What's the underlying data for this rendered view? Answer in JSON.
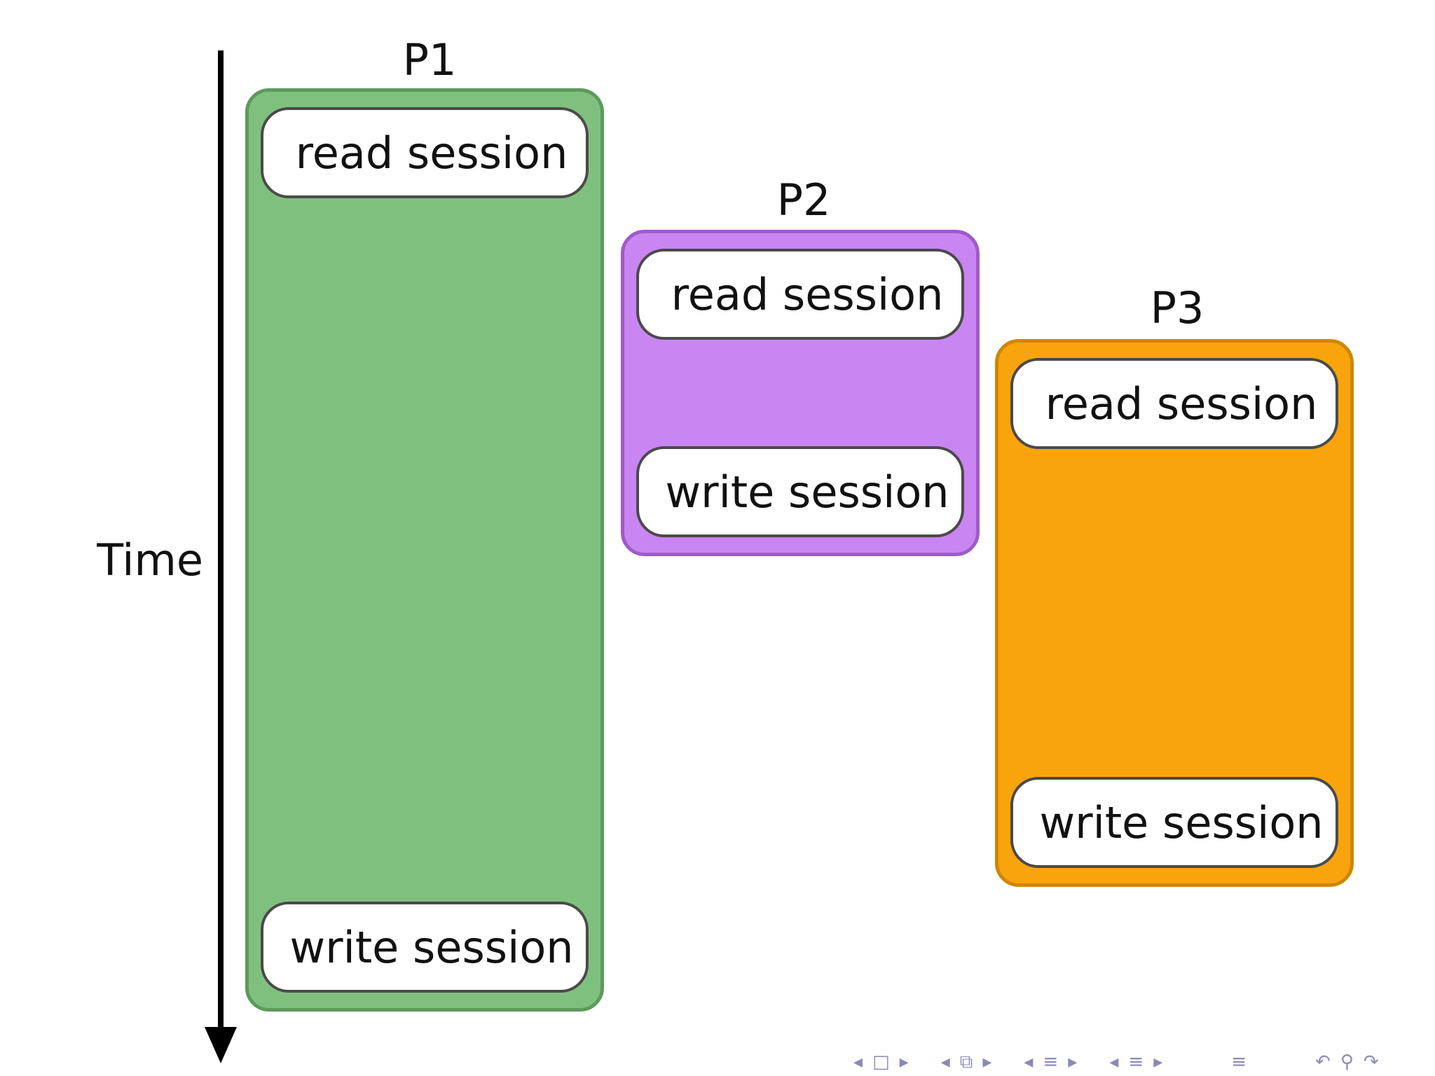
{
  "axis": {
    "label": "Time"
  },
  "processes": [
    {
      "id": "P1",
      "label": "P1",
      "fill": "#80c07f",
      "border": "#5c9a5b",
      "sessions": [
        "read session",
        "write session"
      ]
    },
    {
      "id": "P2",
      "label": "P2",
      "fill": "#c985f2",
      "border": "#9e5bc8",
      "sessions": [
        "read session",
        "write session"
      ]
    },
    {
      "id": "P3",
      "label": "P3",
      "fill": "#f9a40c",
      "border": "#d08600",
      "sessions": [
        "read session",
        "write session"
      ]
    }
  ],
  "navigation": {
    "icons": [
      "prev-slide-icon",
      "frame-icon",
      "next-slide-icon",
      "prev-subsection-icon",
      "subsection-icon",
      "next-subsection-icon",
      "prev-section-icon",
      "section-icon",
      "next-section-icon",
      "toc-icon",
      "search-icon",
      "zoom-icon"
    ]
  }
}
